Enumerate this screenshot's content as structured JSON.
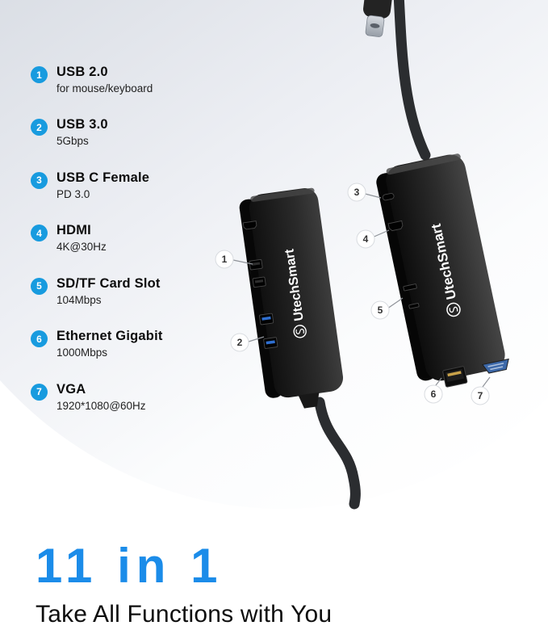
{
  "brand": "UtechSmart",
  "features": [
    {
      "num": "1",
      "title": "USB 2.0",
      "subtitle": "for mouse/keyboard"
    },
    {
      "num": "2",
      "title": "USB 3.0",
      "subtitle": "5Gbps"
    },
    {
      "num": "3",
      "title": "USB C Female",
      "subtitle": "PD 3.0"
    },
    {
      "num": "4",
      "title": "HDMI",
      "subtitle": "4K@30Hz"
    },
    {
      "num": "5",
      "title": "SD/TF Card Slot",
      "subtitle": "104Mbps"
    },
    {
      "num": "6",
      "title": "Ethernet Gigabit",
      "subtitle": "1000Mbps"
    },
    {
      "num": "7",
      "title": "VGA",
      "subtitle": "1920*1080@60Hz"
    }
  ],
  "headline": "11 in 1",
  "subheadline": "Take All Functions with You",
  "colors": {
    "badge_blue": "#189bdf",
    "headline_blue": "#1b8ce9",
    "usb3_blue": "#2f6fd0",
    "vga_blue": "#3c68a8"
  }
}
